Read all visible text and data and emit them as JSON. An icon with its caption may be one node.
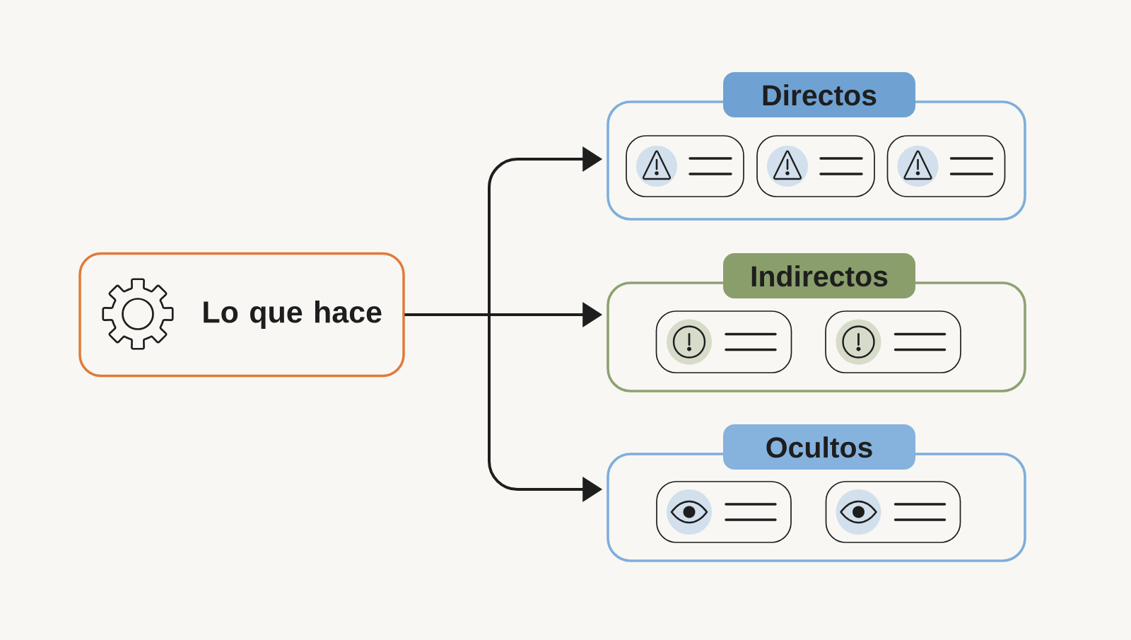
{
  "diagram": {
    "nodes": [
      {
        "text": [
          "Lo que hace"
        ]
      },
      {
        "text": [
          "Directos"
        ]
      },
      {
        "text": [],
        "shape": "box",
        "in": 1
      },
      {
        "text": [],
        "shape": "box",
        "in": 1
      },
      {
        "text": [],
        "shape": "box",
        "in": 1
      },
      {
        "text": [
          "Indirectos"
        ]
      },
      {
        "text": [],
        "shape": "box",
        "in": 5
      },
      {
        "text": [],
        "shape": "box",
        "in": 5
      },
      {
        "text": [
          "Ocultos"
        ]
      },
      {
        "text": [],
        "shape": "box",
        "in": 8
      },
      {
        "text": [],
        "shape": "box",
        "in": 8
      }
    ],
    "edges": [
      {
        "from": 0,
        "to": 1,
        "arrow": "to"
      },
      {
        "from": 0,
        "to": 5,
        "arrow": "to"
      },
      {
        "from": 0,
        "to": 8,
        "arrow": "to"
      }
    ]
  }
}
